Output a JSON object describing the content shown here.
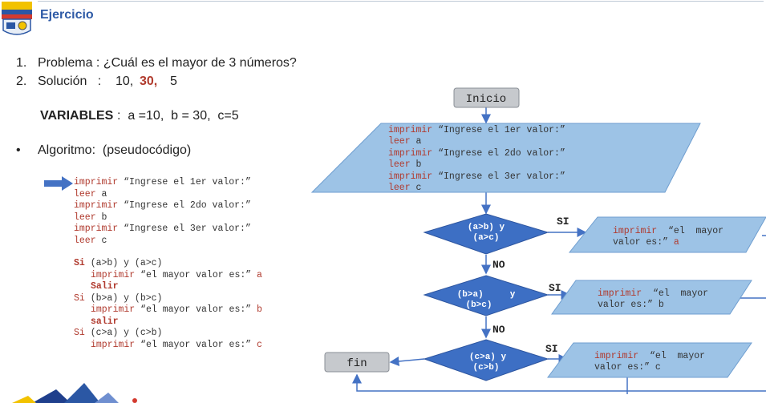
{
  "header": {
    "title": "Ejercicio"
  },
  "problem": {
    "item1_num": "1.",
    "item1_text": "Problema : ¿Cuál es el mayor de 3 números?",
    "item2_num": "2.",
    "item2_label": "Solución   :",
    "item2_v1": "10,",
    "item2_v2": "30,",
    "item2_v3": "5",
    "variables_label": "VARIABLES",
    "variables_text": ":  a =10,  b = 30,  c=5",
    "bullet": "•",
    "algoritmo": "Algoritmo:  (pseudocódigo)"
  },
  "pseudocode": {
    "imprimir": "imprimir",
    "leer": "leer",
    "prompt1": " “Ingrese el 1er valor:”",
    "prompt2": " “Ingrese el 2do valor:”",
    "prompt3": " “Ingrese el 3er valor:”",
    "var_a": " a",
    "var_b": " b",
    "var_c": " c",
    "si": "Si",
    "cond1": " (a>b) y (a>c)",
    "cond2": " (b>a) y (b>c)",
    "cond3": " (c>a) y (c>b)",
    "msg": " “el mayor valor es:” ",
    "msg_a": "a",
    "msg_b": "b",
    "msg_c": "c",
    "salir1": "Salir",
    "salir2": "salir"
  },
  "flowchart": {
    "inicio": "Inicio",
    "fin": "fin",
    "input_lines": [
      [
        "imprimir",
        " “Ingrese el 1er valor:”"
      ],
      [
        "leer",
        " a"
      ],
      [
        "imprimir",
        " “Ingrese el 2do valor:”"
      ],
      [
        "leer",
        " b"
      ],
      [
        "imprimir",
        " “Ingrese el 3er valor:”"
      ],
      [
        "leer",
        " c"
      ]
    ],
    "dec1_l1": "(a>b) y",
    "dec1_l2": "(a>c)",
    "dec2_l1": "(b>a)     y",
    "dec2_l2": "(b>c)",
    "dec3_l1": "(c>a) y",
    "dec3_l2": "(c>b)",
    "si": "SI",
    "no": "NO",
    "out_imprimir": "imprimir",
    "out_l1_rest": "  “el  mayor",
    "out_l2": "valor es:”",
    "out_a": " a",
    "out_b": " b",
    "out_c": " c"
  },
  "colors": {
    "title": "#2e5aa6",
    "keyword": "#b03a2e",
    "shape_fill": "#9dc3e6",
    "diamond_fill": "#3d6fc4",
    "arrow": "#4472c4"
  }
}
